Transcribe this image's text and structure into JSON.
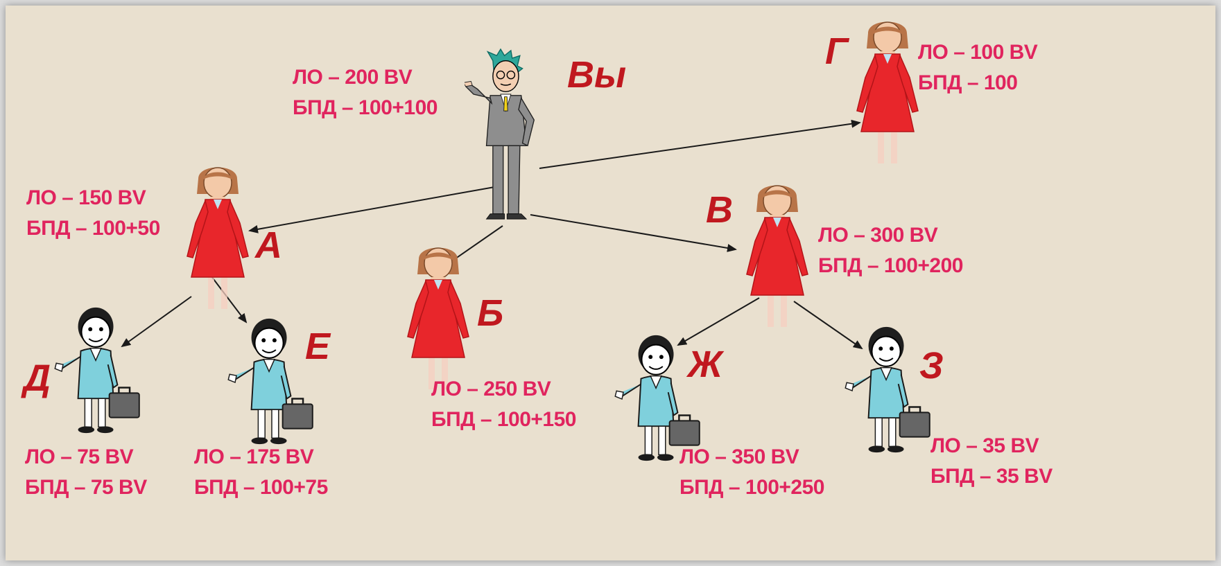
{
  "colors": {
    "background": "#e9e0cf",
    "label_text": "#e0245e",
    "name_text": "#c0181f",
    "red_dress": "#e8262b",
    "teal_suit": "#7fd0dc",
    "gray_suit": "#8e8e8e",
    "arrow": "#1a1a1a"
  },
  "people": {
    "you": {
      "name": "Вы",
      "lo": "ЛО – 200 BV",
      "bpd": "БПД – 100+100",
      "icon": "businessman-icon"
    },
    "a": {
      "name": "А",
      "lo": "ЛО – 150 BV",
      "bpd": "БПД – 100+50",
      "icon": "woman-red-dress-icon"
    },
    "b": {
      "name": "Б",
      "lo": "ЛО – 250 BV",
      "bpd": "БПД – 100+150",
      "icon": "woman-red-dress-icon"
    },
    "v": {
      "name": "В",
      "lo": "ЛО – 300 BV",
      "bpd": "БПД – 100+200",
      "icon": "woman-red-dress-icon"
    },
    "g": {
      "name": "Г",
      "lo": "ЛО – 100 BV",
      "bpd": "БПД – 100",
      "icon": "woman-red-dress-icon"
    },
    "d": {
      "name": "Д",
      "lo": "ЛО – 75 BV",
      "bpd": "БПД – 75 BV",
      "icon": "businesswoman-briefcase-icon"
    },
    "e": {
      "name": "Е",
      "lo": "ЛО – 175 BV",
      "bpd": "БПД – 100+75",
      "icon": "businesswoman-briefcase-icon"
    },
    "zh": {
      "name": "Ж",
      "lo": "ЛО – 350 BV",
      "bpd": "БПД – 100+250",
      "icon": "businesswoman-briefcase-icon"
    },
    "z": {
      "name": "З",
      "lo": "ЛО – 35 BV",
      "bpd": "БПД – 35 BV",
      "icon": "businesswoman-briefcase-icon"
    }
  },
  "links": [
    {
      "from": "you",
      "to": "a"
    },
    {
      "from": "you",
      "to": "b"
    },
    {
      "from": "you",
      "to": "v"
    },
    {
      "from": "you",
      "to": "g"
    },
    {
      "from": "a",
      "to": "d"
    },
    {
      "from": "a",
      "to": "e"
    },
    {
      "from": "v",
      "to": "zh"
    },
    {
      "from": "v",
      "to": "z"
    }
  ]
}
